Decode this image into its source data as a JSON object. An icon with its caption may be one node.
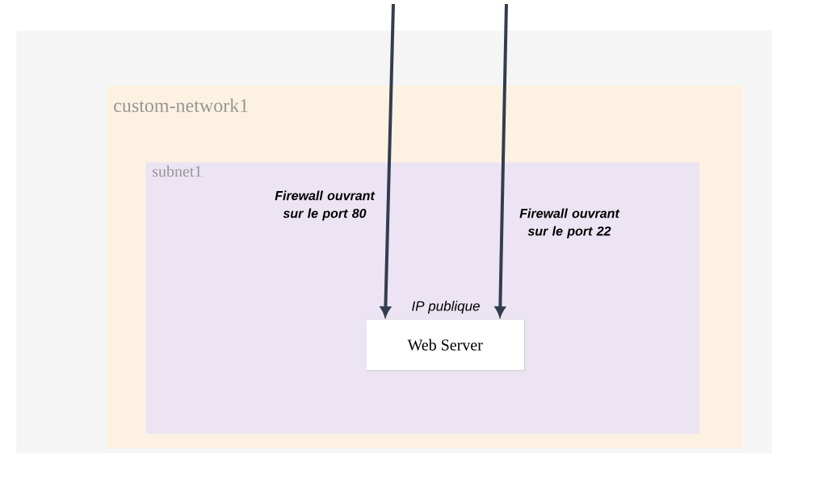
{
  "diagram": {
    "nodes": [
      {
        "text": [],
        "shape": "box"
      },
      {
        "text": [
          "custom-network1"
        ],
        "in": 0
      },
      {
        "text": [
          "subnet1"
        ],
        "in": 1
      },
      {
        "text": [
          "Web Server"
        ],
        "in": 2,
        "beside": [
          "IP publique"
        ]
      }
    ],
    "edges": [
      {
        "from": null,
        "to": 3,
        "arrow": "to",
        "label": "Firewall ouvrant sur le port 80"
      },
      {
        "from": null,
        "to": 3,
        "arrow": "to",
        "label": "Firewall ouvrant sur le port 22"
      }
    ]
  }
}
